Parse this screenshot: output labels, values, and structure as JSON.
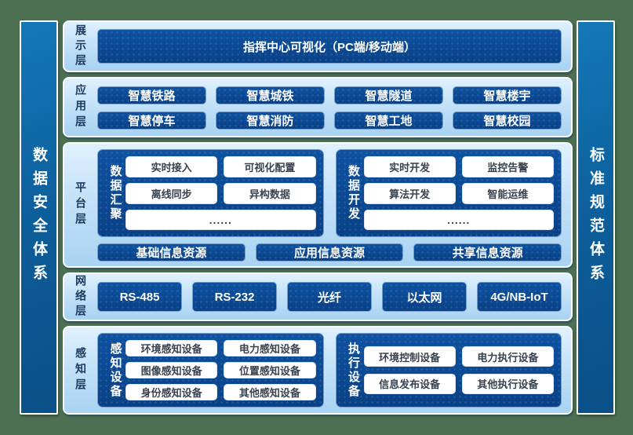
{
  "colors": {
    "canvas_bg": "#4d7053",
    "panel_light_blue": "#b9dcf6",
    "box_dark_blue": "#0b4890",
    "sidebar_blue": "#0e65a4",
    "white_box_text": "#39424f",
    "layer_label_text": "#1e3a5f"
  },
  "sidebars": {
    "left_label": "数据安全体系",
    "right_label": "标准规范体系"
  },
  "layers": {
    "display": {
      "label": "展示层",
      "box": "指挥中心可视化（PC端/移动端）"
    },
    "application": {
      "label": "应用层",
      "boxes": [
        "智慧铁路",
        "智慧城铁",
        "智慧隧道",
        "智慧楼宇",
        "智慧停车",
        "智慧消防",
        "智慧工地",
        "智慧校园"
      ]
    },
    "platform": {
      "label": "平台层",
      "groups": [
        {
          "label": "数据汇聚",
          "items": [
            "实时接入",
            "可视化配置",
            "离线同步",
            "异构数据"
          ],
          "more": "......"
        },
        {
          "label": "数据开发",
          "items": [
            "实时开发",
            "监控告警",
            "算法开发",
            "智能运维"
          ],
          "more": "......"
        }
      ],
      "resources": [
        "基础信息资源",
        "应用信息资源",
        "共享信息资源"
      ]
    },
    "network": {
      "label": "网络层",
      "boxes": [
        "RS-485",
        "RS-232",
        "光纤",
        "以太网",
        "4G/NB-IoT"
      ]
    },
    "perception": {
      "label": "感知层",
      "groups": [
        {
          "label": "感知设备",
          "items": [
            "环境感知设备",
            "电力感知设备",
            "图像感知设备",
            "位置感知设备",
            "身份感知设备",
            "其他感知设备"
          ]
        },
        {
          "label": "执行设备",
          "items": [
            "环境控制设备",
            "电力执行设备",
            "信息发布设备",
            "其他执行设备"
          ]
        }
      ]
    }
  }
}
